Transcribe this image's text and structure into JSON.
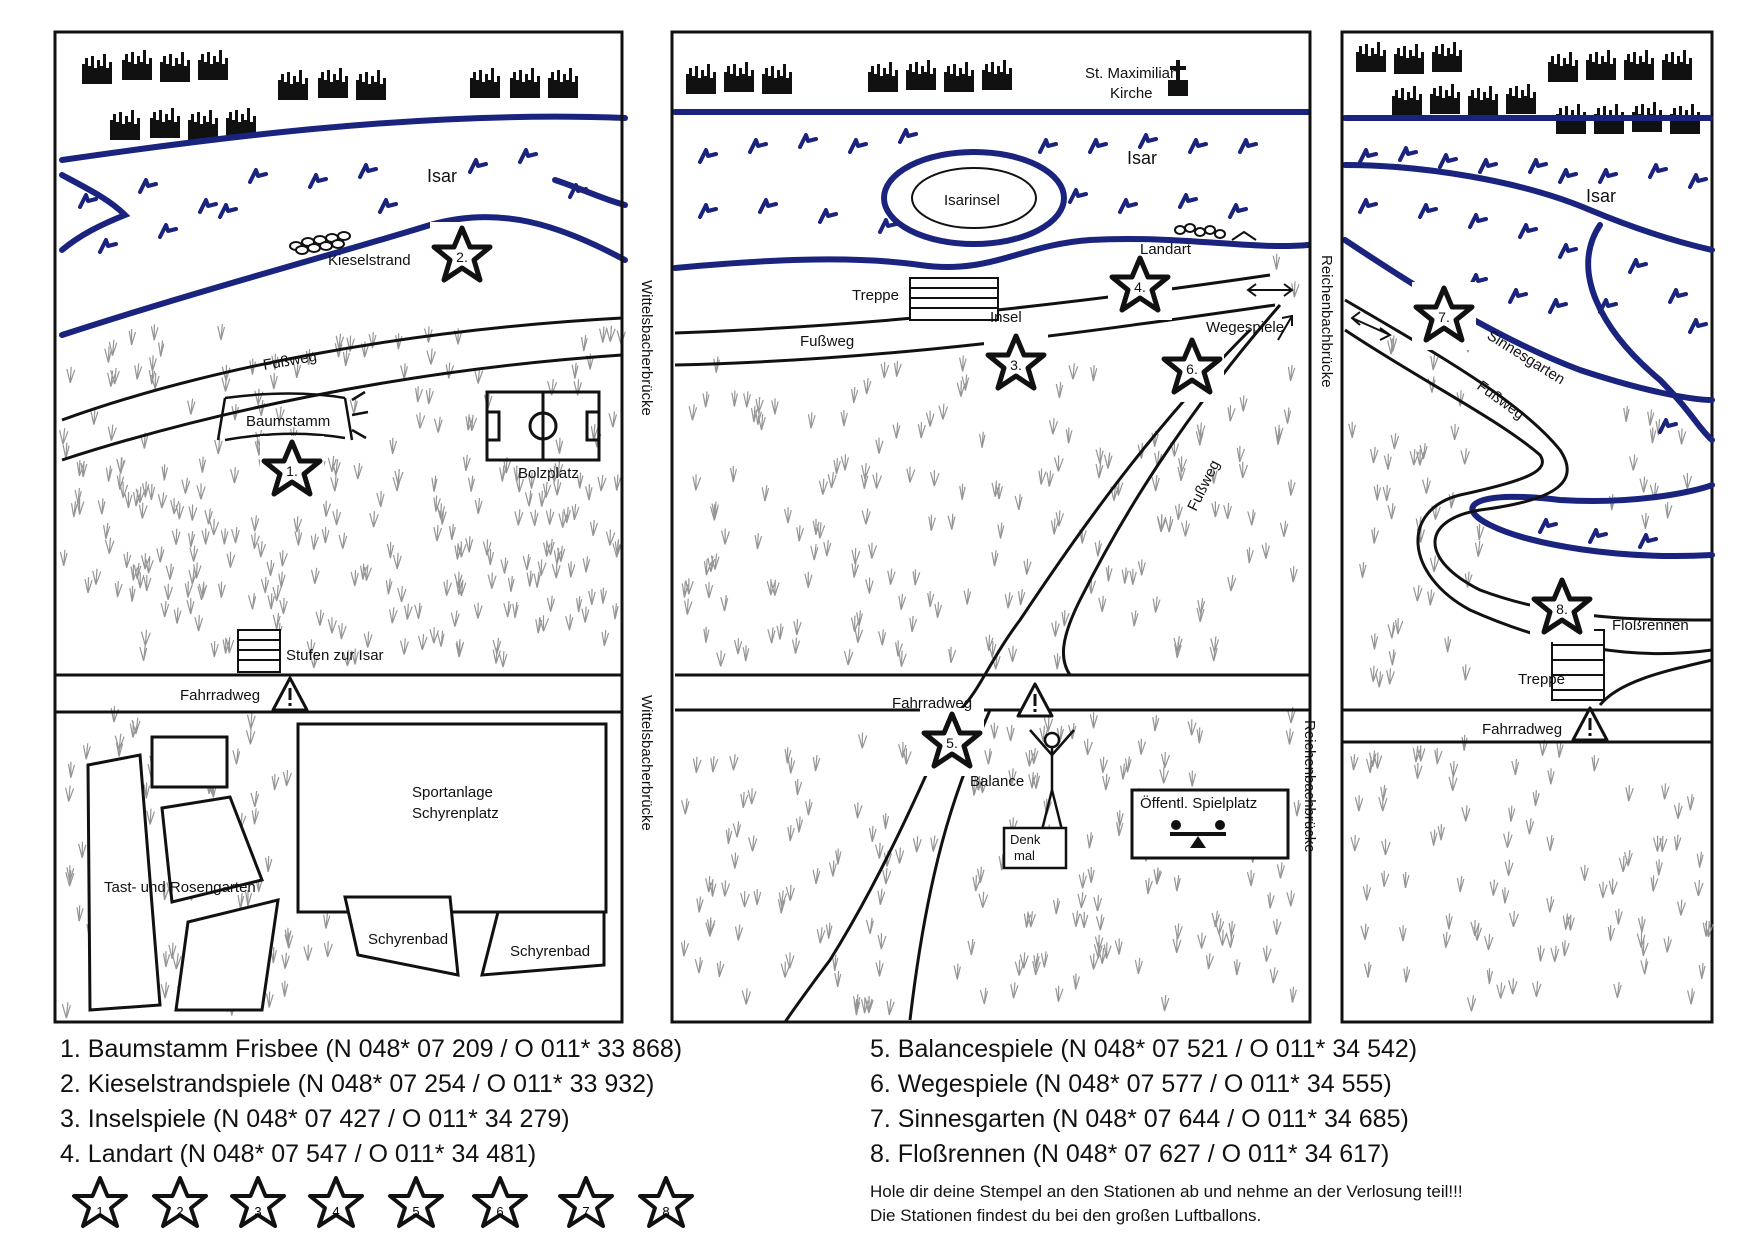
{
  "map": {
    "panels": [
      {
        "id": "west"
      },
      {
        "id": "center"
      },
      {
        "id": "east"
      }
    ],
    "bridges": [
      {
        "name": "Wittelsbacherbrücke"
      },
      {
        "name": "Reichenbachbrücke"
      }
    ],
    "labels": {
      "isar": "Isar",
      "isarinsel": "Isarinsel",
      "kirche_line1": "St. Maximilian",
      "kirche_line2": "Kirche",
      "kieselstrand": "Kieselstrand",
      "fussweg": "Fußweg",
      "baumstamm": "Baumstamm",
      "bolzplatz": "Bolzplatz",
      "stufen": "Stufen zur Isar",
      "fahrradweg": "Fahrradweg",
      "sportanlage_line1": "Sportanlage",
      "sportanlage_line2": "Schyrenplatz",
      "rosengarten": "Tast- und Rosengarten",
      "schyrenbad": "Schyrenbad",
      "treppe": "Treppe",
      "insel": "Insel",
      "landart": "Landart",
      "wegespiele": "Wegespiele",
      "balance": "Balance",
      "denkmal_line1": "Denk",
      "denkmal_line2": "mal",
      "spielplatz": "Öffentl. Spielplatz",
      "sinnesgarten": "Sinnesgarten",
      "flossrennen": "Floßrennen"
    },
    "station_numbers": [
      "1.",
      "2.",
      "3.",
      "4.",
      "5.",
      "6.",
      "7.",
      "8."
    ]
  },
  "legend": {
    "stations": [
      "1. Baumstamm Frisbee (N 048* 07 209 / O 011* 33 868)",
      "2. Kieselstrandspiele (N 048* 07 254 / O 011* 33 932)",
      "3. Inselspiele (N 048* 07 427 / O 011* 34 279)",
      "4. Landart (N 048* 07 547 / O 011* 34 481)",
      "5. Balancespiele (N 048* 07 521 / O 011* 34 542)",
      "6. Wegespiele (N 048* 07 577 / O 011* 34 555)",
      "7. Sinnesgarten (N 048* 07 644 / O 011* 34 685)",
      "8. Floßrennen (N 048* 07 627 / O 011* 34 617)"
    ],
    "stamps": [
      "1",
      "2",
      "3",
      "4",
      "5",
      "6",
      "7",
      "8"
    ],
    "note_line1": "Hole dir deine Stempel an den Stationen ab und nehme an der Verlosung teil!!!",
    "note_line2": "Die Stationen findest du bei den großen Luftballons."
  },
  "colors": {
    "river": "#1a237e",
    "ink": "#111111",
    "grass": "#8a8a8a"
  }
}
